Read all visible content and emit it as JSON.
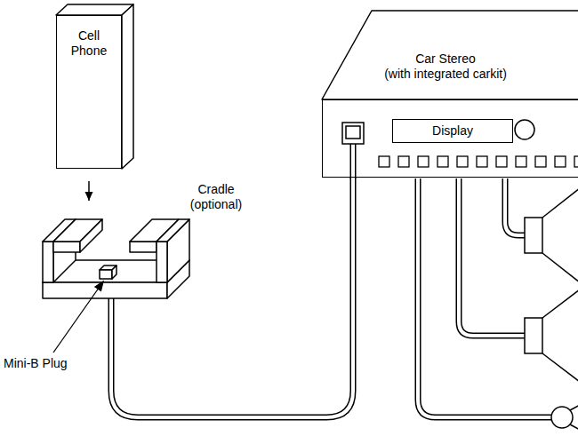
{
  "diagram": {
    "nodes": [
      {
        "text": [
          "Cell Phone"
        ]
      },
      {
        "text": [
          "Car Stereo (with integrated carkit)"
        ]
      },
      {
        "text": [
          "Display"
        ],
        "in": 1
      },
      {
        "text": [
          "Cradle (optional)"
        ]
      }
    ],
    "edges": [
      {
        "from": 0,
        "to": 3,
        "arrow": "to"
      },
      {
        "from": 3,
        "to": 1,
        "arrow": "none"
      }
    ],
    "labels": [
      "Mini-B Plug"
    ]
  }
}
